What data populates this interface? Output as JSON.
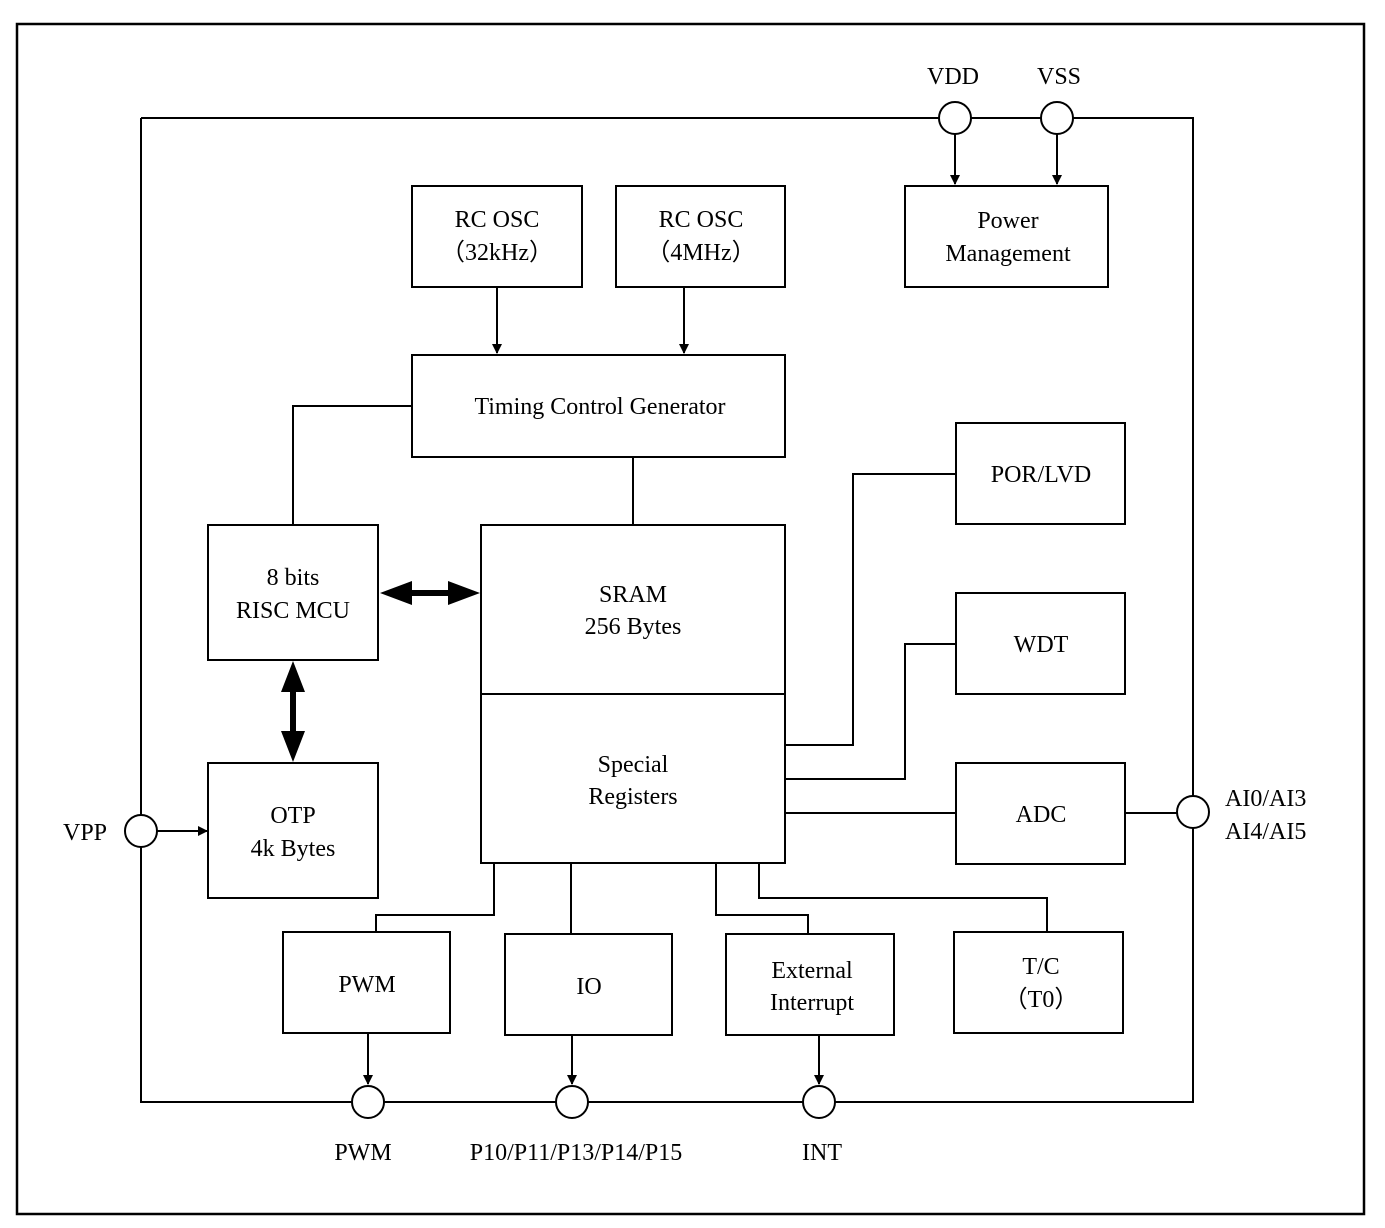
{
  "blocks": {
    "rc_osc_32k": {
      "line1": "RC OSC",
      "line2": "（32kHz）"
    },
    "rc_osc_4m": {
      "line1": "RC OSC",
      "line2": "（4MHz）"
    },
    "power_mgmt": {
      "line1": "Power",
      "line2": "Management"
    },
    "timing": {
      "label": "Timing Control Generator"
    },
    "por_lvd": {
      "label": "POR/LVD"
    },
    "wdt": {
      "label": "WDT"
    },
    "adc": {
      "label": "ADC"
    },
    "mcu": {
      "line1": "8 bits",
      "line2": "RISC MCU"
    },
    "sram": {
      "line1": "SRAM",
      "line2": "256 Bytes"
    },
    "special_reg": {
      "line1": "Special",
      "line2": "Registers"
    },
    "otp": {
      "line1": "OTP",
      "line2": "4k Bytes"
    },
    "pwm": {
      "label": "PWM"
    },
    "io": {
      "label": "IO"
    },
    "ext_int": {
      "line1": "External",
      "line2": "Interrupt"
    },
    "tc": {
      "line1": "T/C",
      "line2": "（T0）"
    }
  },
  "pins": {
    "vdd": "VDD",
    "vss": "VSS",
    "vpp": "VPP",
    "ai_line1": "AI0/AI3",
    "ai_line2": "AI4/AI5",
    "pwm": "PWM",
    "port": "P10/P11/P13/P14/P15",
    "int": "INT"
  }
}
